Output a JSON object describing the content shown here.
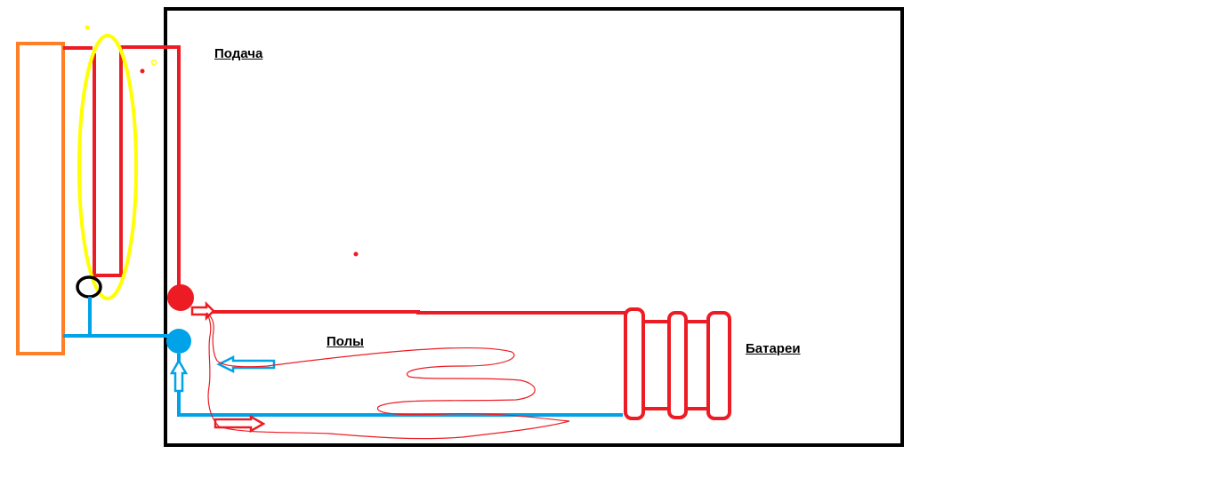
{
  "labels": {
    "supply": "Подача",
    "floors": "Полы",
    "batteries": "Батареи"
  },
  "colors": {
    "supply_pipe": "#ed1c24",
    "return_pipe": "#00a2e8",
    "boiler": "#ff7f27",
    "highlight": "#ffff00",
    "room_outline": "#000000",
    "background": "#ffffff"
  },
  "icons": {
    "supply_pump": "red-pump-circle",
    "return_pump": "blue-pump-circle",
    "valve": "black-loop",
    "radiator": "radiator-sections",
    "floor_loop": "underfloor-heating-coil"
  }
}
